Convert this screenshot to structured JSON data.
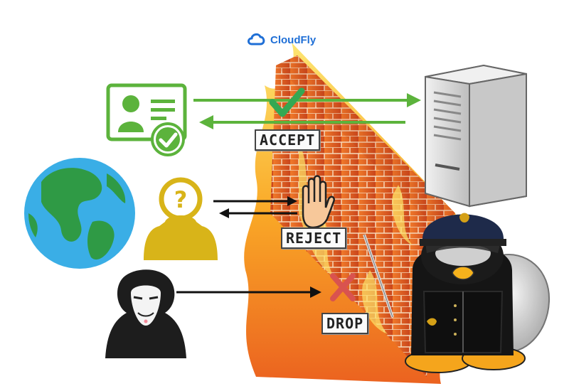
{
  "brand": {
    "name": "CloudFly",
    "icon": "cloud-icon"
  },
  "actions": {
    "accept": "ACCEPT",
    "reject": "REJECT",
    "drop": "DROP"
  },
  "colors": {
    "brand": "#1f6fd6",
    "accept_green": "#5cb33c",
    "reject_black": "#111111",
    "drop_red": "#d9534f",
    "wall_orange": "#e8641e",
    "fire_yellow": "#f9b81b",
    "globe_ocean": "#3aaee6",
    "globe_land": "#2f9a45",
    "unknown_user_yellow": "#d8b419"
  },
  "icons": [
    "verified-id-card-icon",
    "checkmark-icon",
    "globe-icon",
    "unknown-user-icon",
    "hand-stop-icon",
    "hacker-mask-icon",
    "x-mark-icon",
    "server-tower-icon",
    "firewall-icon",
    "penguin-guard-icon"
  ]
}
